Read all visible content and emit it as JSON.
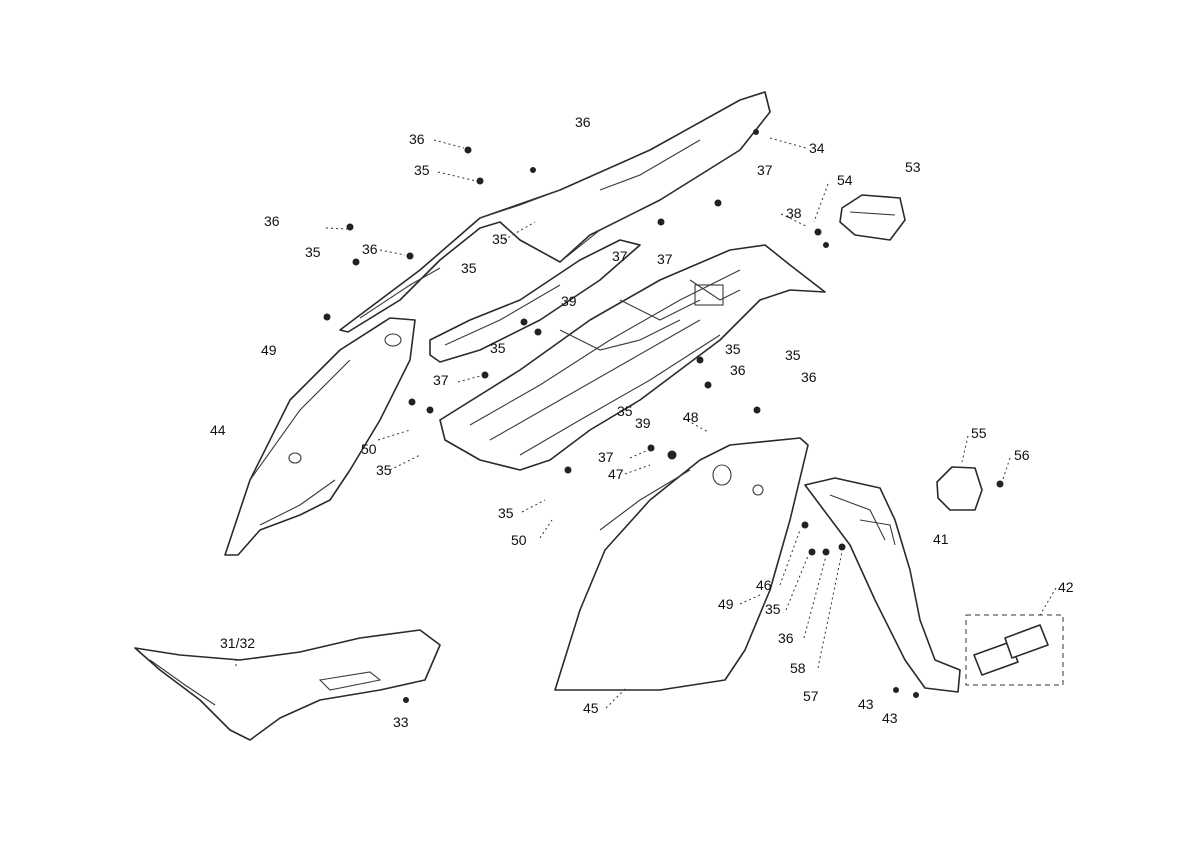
{
  "callouts": [
    {
      "id": "c1",
      "text": "36"
    },
    {
      "id": "c2",
      "text": "34"
    },
    {
      "id": "c3",
      "text": "36"
    },
    {
      "id": "c4",
      "text": "35"
    },
    {
      "id": "c5",
      "text": "37"
    },
    {
      "id": "c6",
      "text": "54"
    },
    {
      "id": "c7",
      "text": "53"
    },
    {
      "id": "c8",
      "text": "36"
    },
    {
      "id": "c9",
      "text": "38"
    },
    {
      "id": "c10",
      "text": "35"
    },
    {
      "id": "c11",
      "text": "36"
    },
    {
      "id": "c12",
      "text": "35"
    },
    {
      "id": "c13",
      "text": "37"
    },
    {
      "id": "c14",
      "text": "37"
    },
    {
      "id": "c15",
      "text": "35"
    },
    {
      "id": "c16",
      "text": "39"
    },
    {
      "id": "c17",
      "text": "49"
    },
    {
      "id": "c18",
      "text": "35"
    },
    {
      "id": "c19",
      "text": "35"
    },
    {
      "id": "c20",
      "text": "35"
    },
    {
      "id": "c21",
      "text": "37"
    },
    {
      "id": "c22",
      "text": "36"
    },
    {
      "id": "c23",
      "text": "36"
    },
    {
      "id": "c24",
      "text": "44"
    },
    {
      "id": "c25",
      "text": "35"
    },
    {
      "id": "c26",
      "text": "39"
    },
    {
      "id": "c27",
      "text": "48"
    },
    {
      "id": "c28",
      "text": "50"
    },
    {
      "id": "c29",
      "text": "35"
    },
    {
      "id": "c30",
      "text": "37"
    },
    {
      "id": "c31",
      "text": "47"
    },
    {
      "id": "c32",
      "text": "55"
    },
    {
      "id": "c33",
      "text": "56"
    },
    {
      "id": "c34",
      "text": "35"
    },
    {
      "id": "c35",
      "text": "50"
    },
    {
      "id": "c36",
      "text": "41"
    },
    {
      "id": "c37",
      "text": "46"
    },
    {
      "id": "c38",
      "text": "49"
    },
    {
      "id": "c39",
      "text": "42"
    },
    {
      "id": "c40",
      "text": "35"
    },
    {
      "id": "c41",
      "text": "36"
    },
    {
      "id": "c42",
      "text": "31/32"
    },
    {
      "id": "c43",
      "text": "58"
    },
    {
      "id": "c44",
      "text": "57"
    },
    {
      "id": "c45",
      "text": "43"
    },
    {
      "id": "c46",
      "text": "45"
    },
    {
      "id": "c47",
      "text": "43"
    },
    {
      "id": "c48",
      "text": "33"
    }
  ]
}
